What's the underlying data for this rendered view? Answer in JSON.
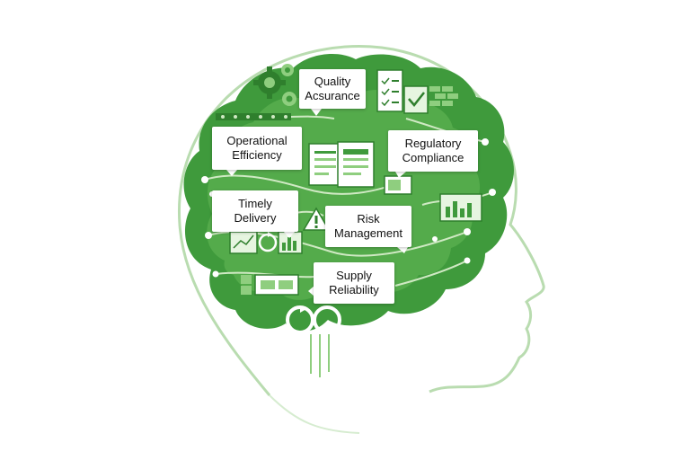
{
  "colors": {
    "brain_dark": "#3f9a3c",
    "brain_light": "#8fce7f",
    "head_outline": "#b9dcb0",
    "circuit": "#cfe9c3",
    "label_bg": "#ffffff",
    "text": "#111111"
  },
  "labels": {
    "quality_assurance": [
      "Quality",
      "Acsurance"
    ],
    "operational_efficiency": [
      "Operational",
      "Efficiency"
    ],
    "regulatory_compliance": [
      "Regulatory",
      "Compliance"
    ],
    "timely_delivery": [
      "Timely",
      "Delivery"
    ],
    "risk_management": [
      "Risk",
      "Management"
    ],
    "supply_reliability": [
      "Supply",
      "Reliability"
    ]
  },
  "icons": [
    "gear-icon",
    "checklist-icon",
    "document-icon",
    "warning-icon",
    "chart-icon",
    "cycle-arrows-icon",
    "truck-icon"
  ]
}
